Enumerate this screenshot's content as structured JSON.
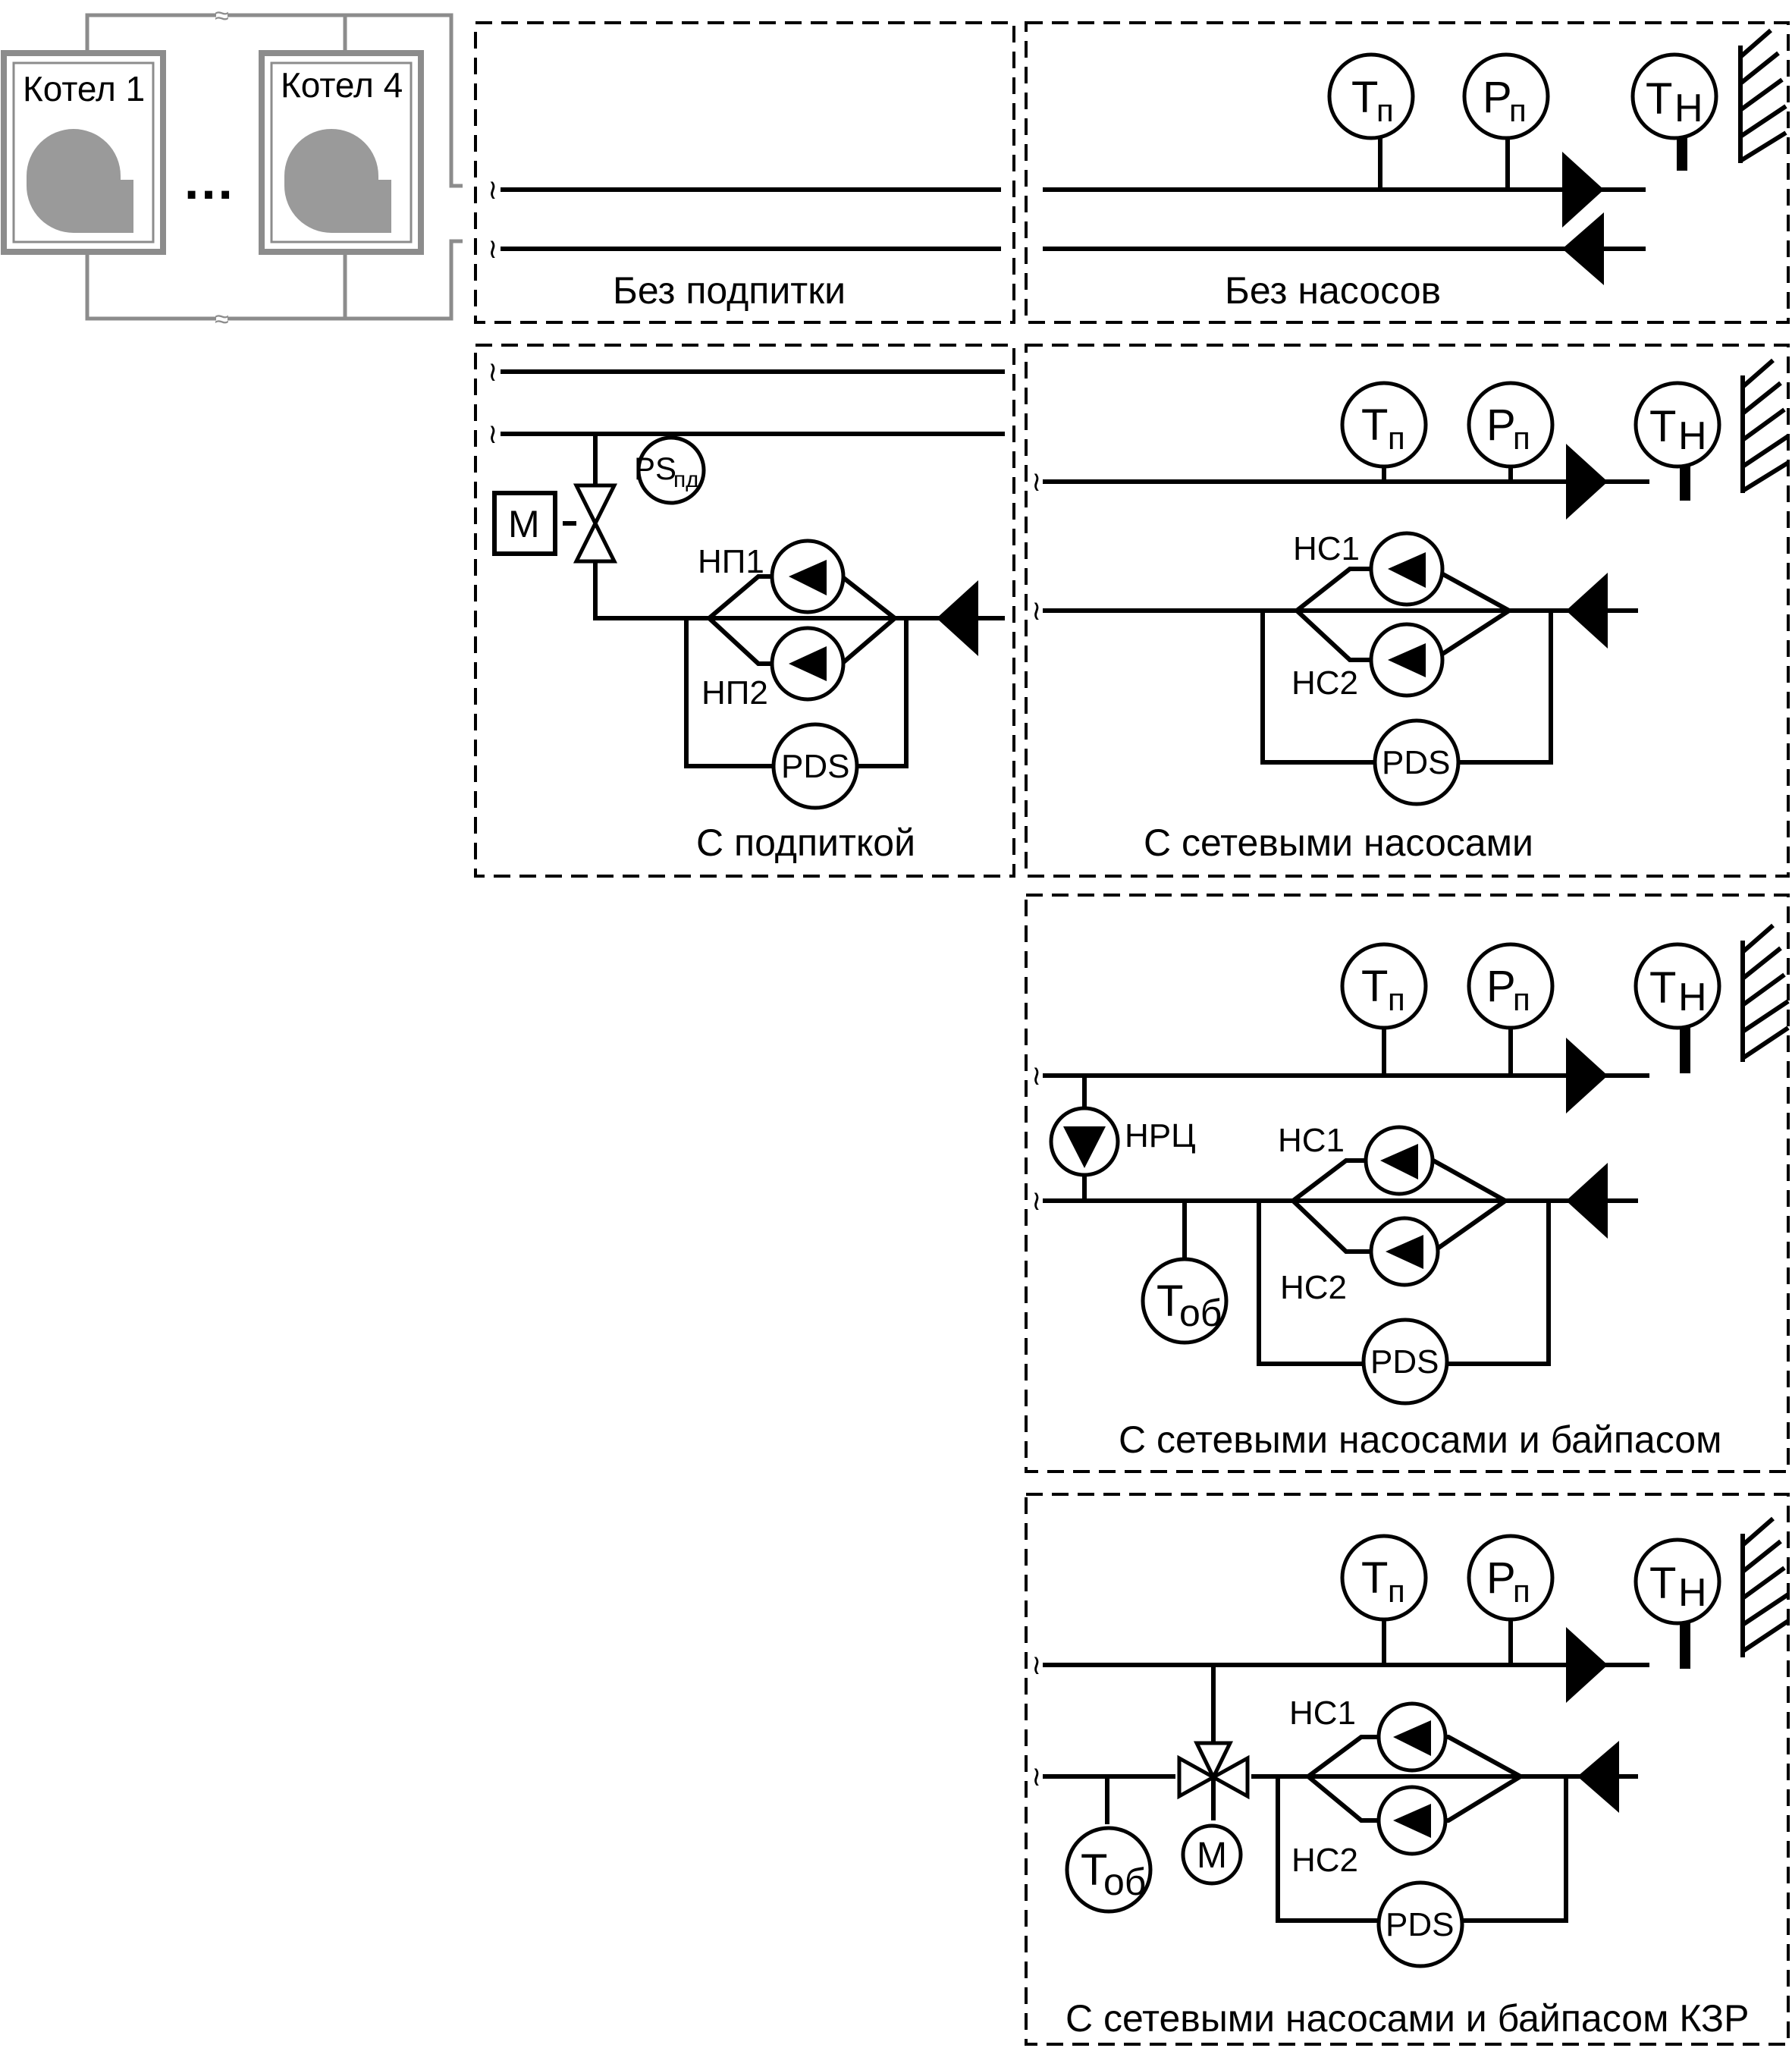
{
  "boilers": [
    {
      "label": "Котел 1"
    },
    {
      "label": "Котел 4"
    }
  ],
  "ellipsis": "…",
  "panels": {
    "bez_podpitki": {
      "caption": "Без подпитки"
    },
    "bez_nasosov": {
      "caption": "Без насосов"
    },
    "s_podpitkoy": {
      "caption": "С подпиткой"
    },
    "s_setevymi": {
      "caption": "С сетевыми насосами"
    },
    "s_setevymi_baypas": {
      "caption": "С сетевыми насосами и байпасом"
    },
    "s_setevymi_baypas_kzr": {
      "caption": "С сетевыми насосами и байпасом КЗР"
    }
  },
  "instruments": {
    "T": "Т",
    "P": "Р",
    "sub_p": "п",
    "sub_n": "Н",
    "sub_ob": "об",
    "PS": "PS",
    "sub_pd": "пд",
    "PDS": "PDS",
    "M": "М"
  },
  "pumps": {
    "np1": "НП1",
    "np2": "НП2",
    "ns1": "НС1",
    "ns2": "НС2",
    "nrc": "НРЦ"
  },
  "colors": {
    "line": "#000000",
    "boiler": "#8c8c8c",
    "boiler_fill": "#9a9a9a"
  }
}
